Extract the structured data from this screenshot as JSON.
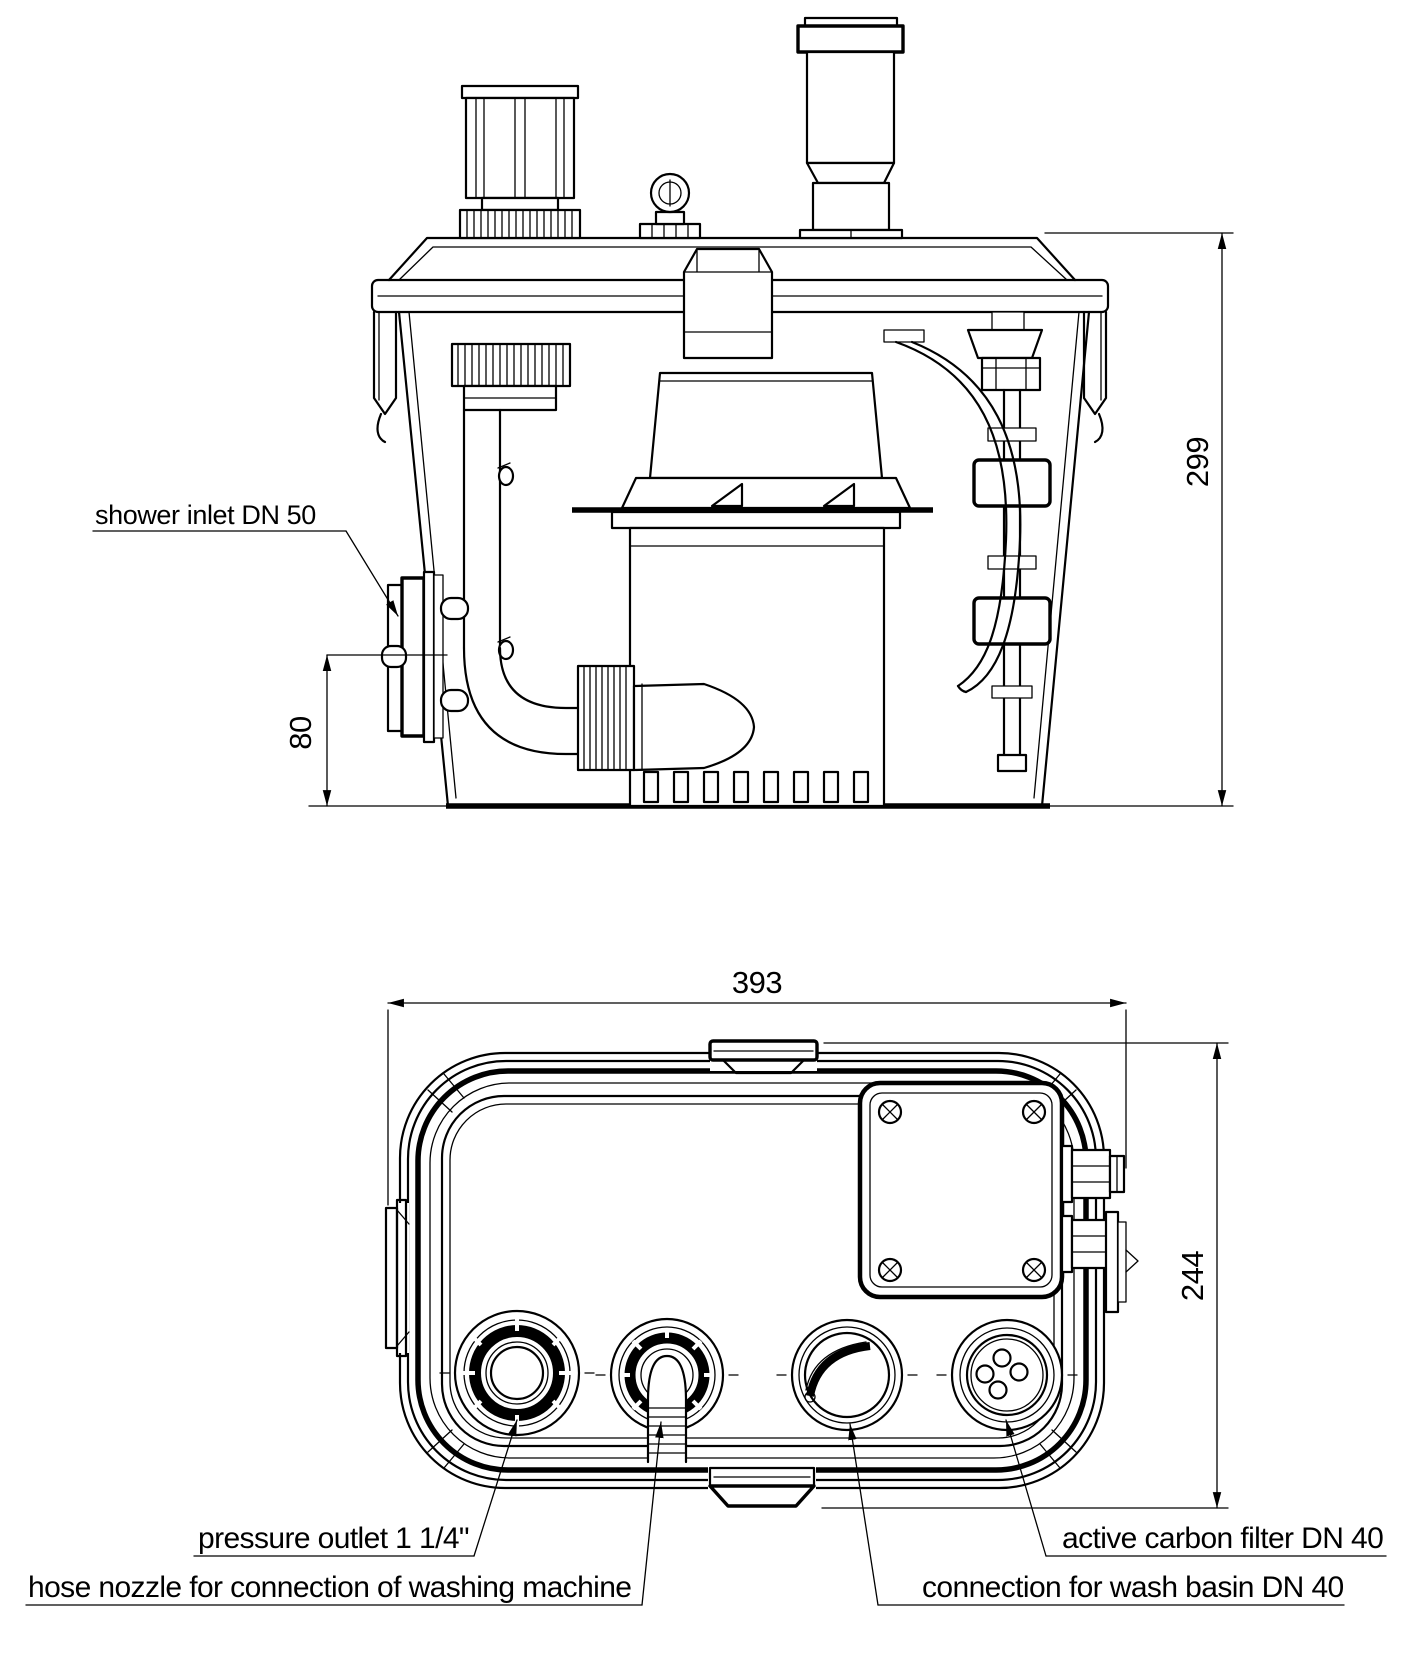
{
  "meta": {
    "drawing_type": "technical dimension drawing, lifting station pump unit",
    "background_color": "#ffffff",
    "line_color": "#000000"
  },
  "side_view": {
    "title": "side elevation",
    "labels": {
      "shower_inlet": "shower inlet DN 50"
    },
    "dimensions": {
      "overall_height_mm": "299",
      "inlet_height_mm": "80"
    }
  },
  "plan_view": {
    "title": "top plan view",
    "labels": {
      "pressure_outlet": "pressure outlet 1 1/4\"",
      "hose_nozzle": "hose nozzle for connection of washing machine",
      "carbon_filter": "active carbon filter DN 40",
      "wash_basin": "connection for wash basin DN 40"
    },
    "dimensions": {
      "overall_width_mm": "393",
      "overall_depth_mm": "244"
    }
  }
}
